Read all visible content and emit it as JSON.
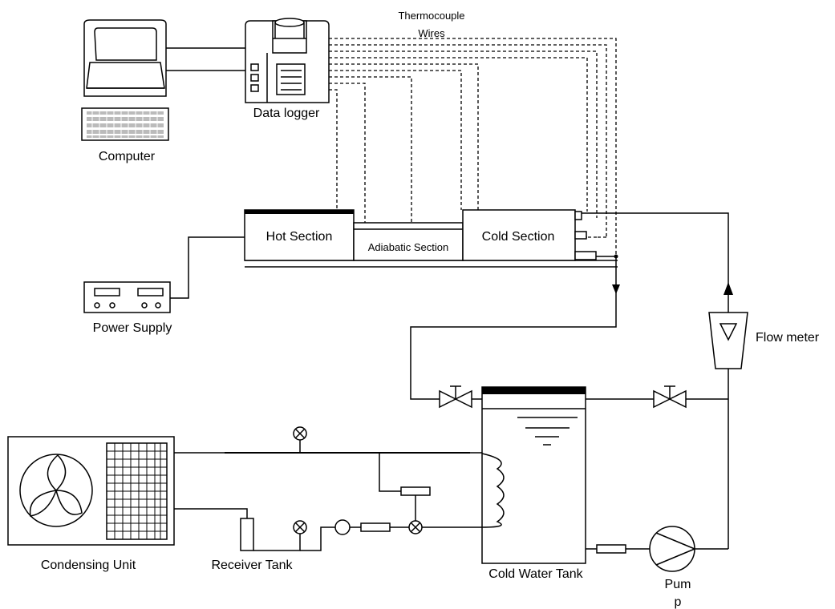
{
  "labels": {
    "thermocouple_line1": "Thermocouple",
    "thermocouple_line2": "Wires",
    "data_logger": "Data logger",
    "computer": "Computer",
    "hot_section": "Hot Section",
    "adiabatic_section": "Adiabatic Section",
    "cold_section": "Cold Section",
    "power_supply": "Power Supply",
    "flow_meter": "Flow meter",
    "condensing_unit": "Condensing Unit",
    "receiver_tank": "Receiver Tank",
    "cold_water_tank": "Cold Water Tank",
    "pump_line1": "Pum",
    "pump_line2": "p"
  }
}
